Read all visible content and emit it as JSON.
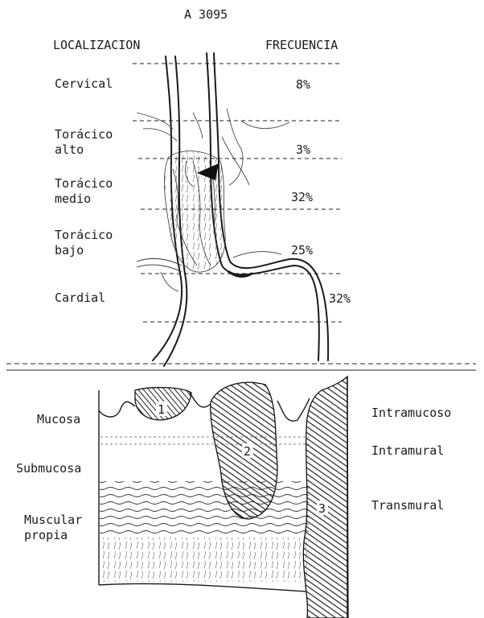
{
  "figure_id": "A 3095",
  "top": {
    "header_location": "LOCALIZACION",
    "header_frequency": "FRECUENCIA",
    "regions": [
      {
        "name": "Cervical",
        "freq": "8%"
      },
      {
        "name": "Torácico\nalto",
        "freq": "3%"
      },
      {
        "name": "Torácico\nmedio",
        "freq": "32%"
      },
      {
        "name": "Torácico\nbajo",
        "freq": "25%"
      },
      {
        "name": "Cardial",
        "freq": "32%"
      }
    ]
  },
  "bottom": {
    "layers": [
      "Mucosa",
      "Submucosa",
      "Muscular\npropia"
    ],
    "depths": [
      "Intramucoso",
      "Intramural",
      "Transmural"
    ],
    "markers": [
      "1",
      "2",
      "3"
    ]
  }
}
